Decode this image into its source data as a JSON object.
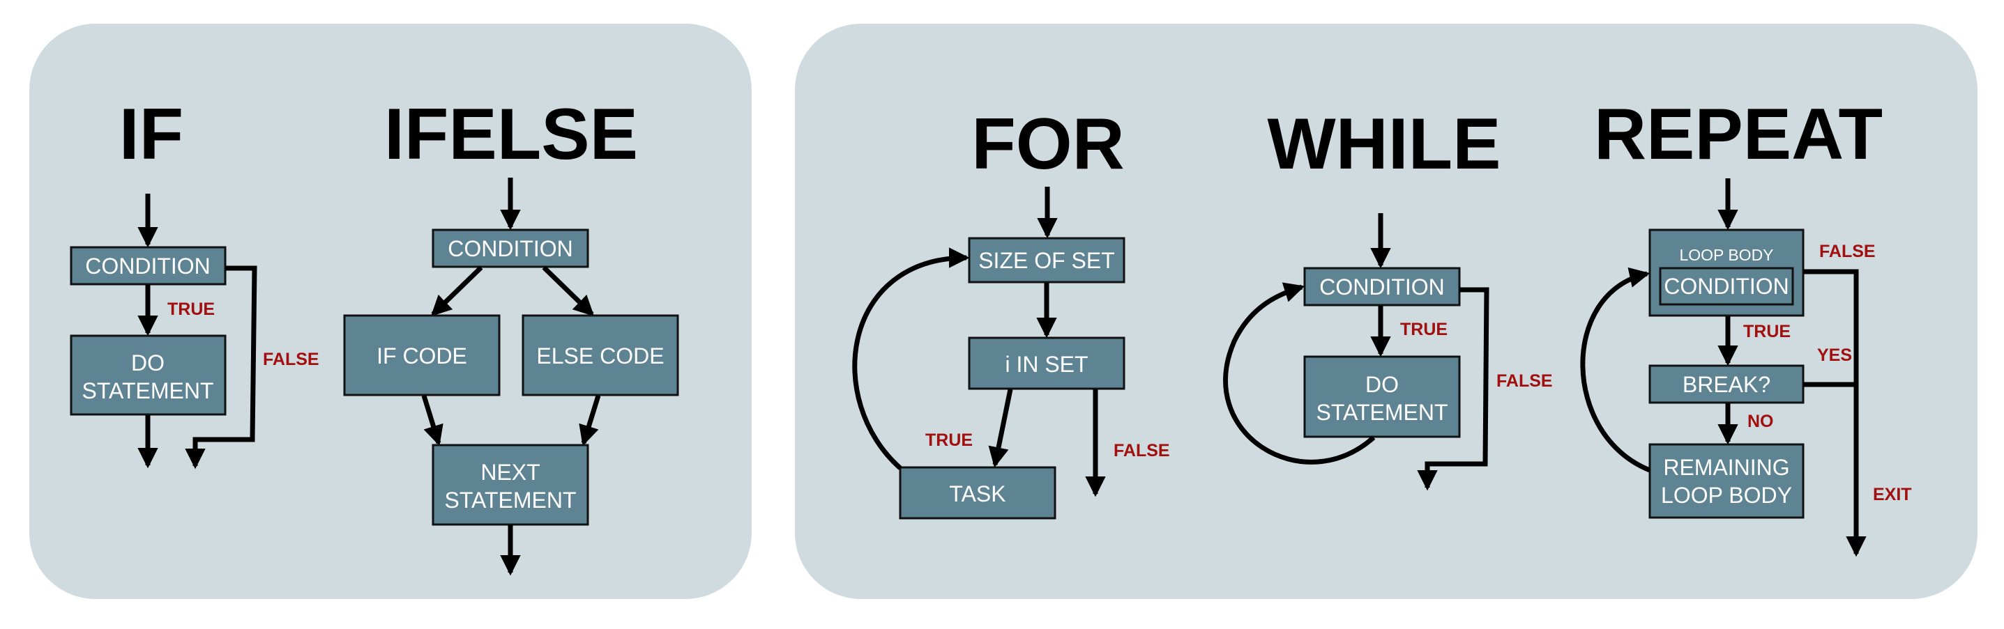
{
  "colors": {
    "panel": "#cfdbde",
    "box": "#5e8393",
    "label": "#a10f0f",
    "line": "#000000"
  },
  "titles": {
    "if": "IF",
    "ifelse": "IFELSE",
    "for": "FOR",
    "while": "WHILE",
    "repeat": "REPEAT"
  },
  "if_diagram": {
    "condition": "CONDITION",
    "statement": [
      "DO",
      "STATEMENT"
    ],
    "true_label": "TRUE",
    "false_label": "FALSE"
  },
  "ifelse_diagram": {
    "condition": "CONDITION",
    "if_code": "IF CODE",
    "else_code": "ELSE CODE",
    "next": [
      "NEXT",
      "STATEMENT"
    ]
  },
  "for_diagram": {
    "size": "SIZE OF SET",
    "in_set": "i IN SET",
    "task": "TASK",
    "true_label": "TRUE",
    "false_label": "FALSE"
  },
  "while_diagram": {
    "condition": "CONDITION",
    "statement": [
      "DO",
      "STATEMENT"
    ],
    "true_label": "TRUE",
    "false_label": "FALSE"
  },
  "repeat_diagram": {
    "loop_body": "LOOP BODY",
    "condition": "CONDITION",
    "break": "BREAK?",
    "remaining": [
      "REMAINING",
      "LOOP BODY"
    ],
    "false_label": "FALSE",
    "true_label": "TRUE",
    "yes_label": "YES",
    "no_label": "NO",
    "exit_label": "EXIT"
  }
}
